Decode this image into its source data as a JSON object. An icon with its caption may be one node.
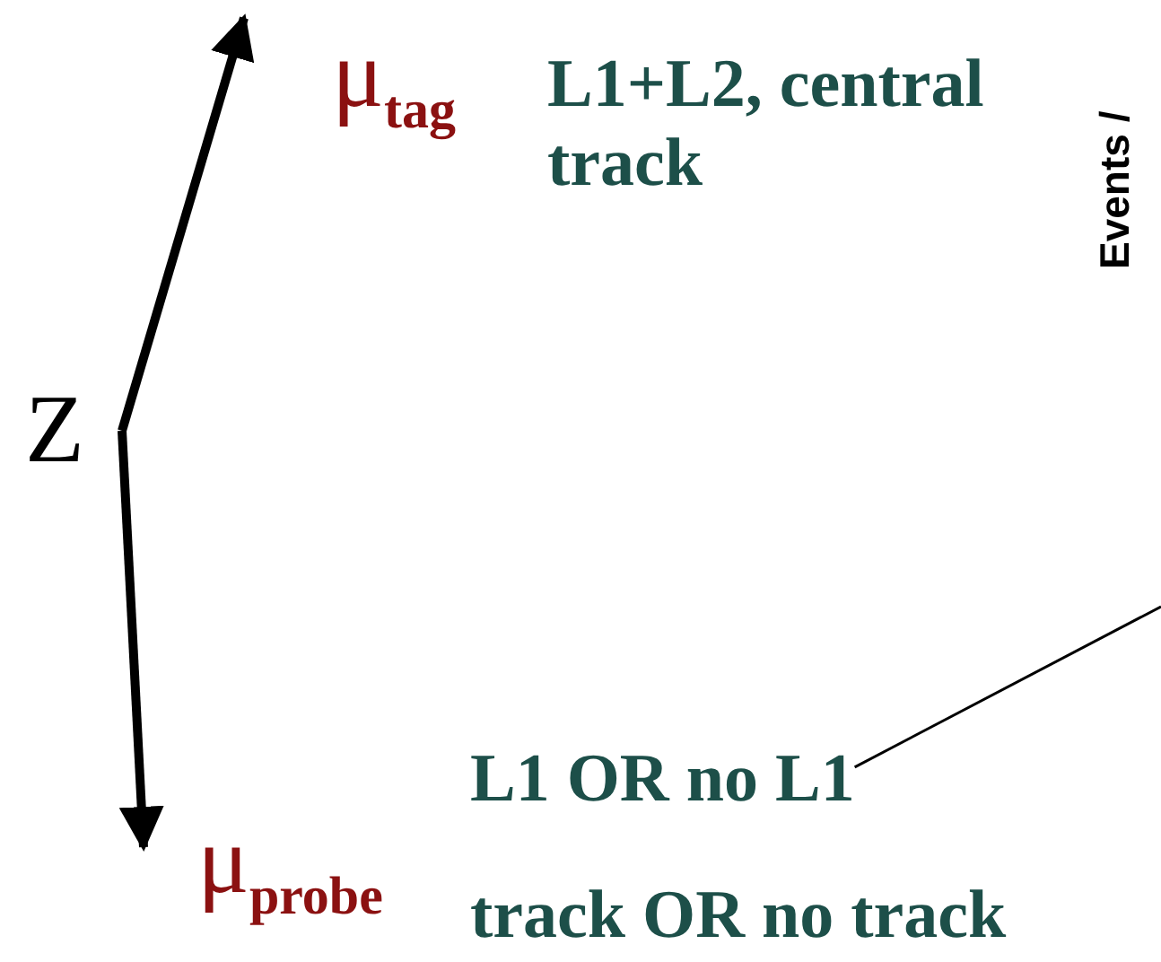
{
  "diagram": {
    "nodes": [
      {
        "text": [
          "Z"
        ]
      },
      {
        "text": [
          "μ$_{tag}$"
        ],
        "beside": [
          "L1+L2, central track"
        ]
      },
      {
        "text": [
          "μ$_{probe}$"
        ],
        "beside": [
          "track OR no track"
        ]
      },
      {
        "text": [
          "L1 OR no L1"
        ]
      }
    ],
    "edges": [
      {
        "from": 0,
        "to": 1,
        "arrow": "to"
      },
      {
        "from": 0,
        "to": 2,
        "arrow": "to"
      },
      {
        "from": 3,
        "to": null,
        "arrow": "none"
      }
    ],
    "labels": [
      "Events /"
    ]
  }
}
